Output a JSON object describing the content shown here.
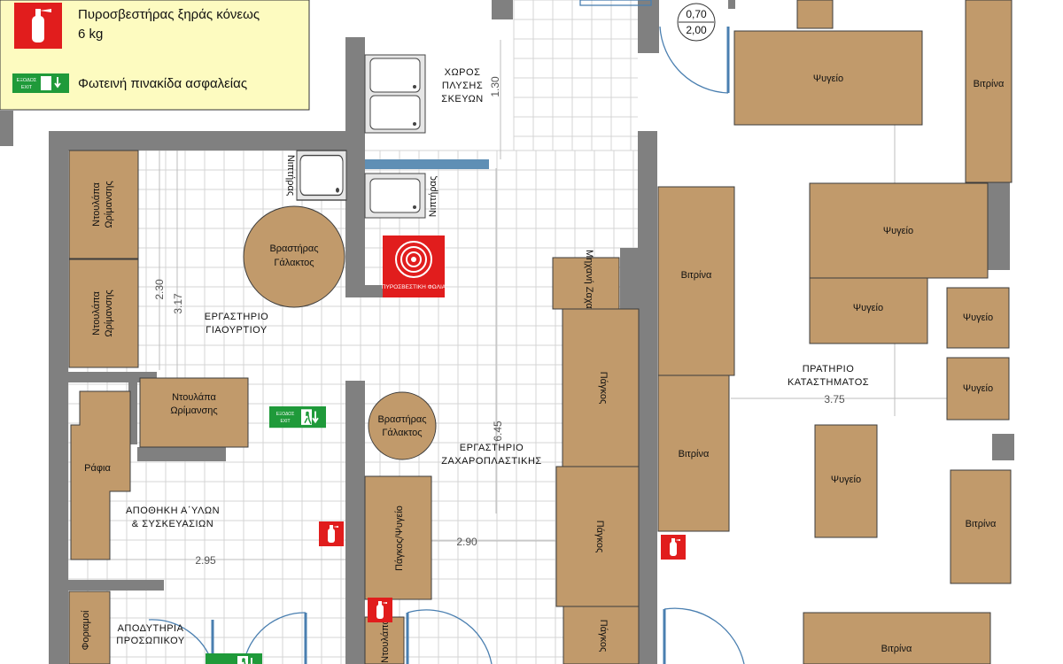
{
  "legend": {
    "extinguisher_line1": "Πυροσβεστήρας ξηράς κόνεως",
    "extinguisher_line2": "6 kg",
    "exit_sign_label": "Φωτεινή πινακίδα ασφαλείας",
    "exit_sign_text_gr": "ΕΞΟΔΟΣ",
    "exit_sign_text_en": "EXIT"
  },
  "rooms": {
    "washing_1": "ΧΩΡΟΣ",
    "washing_2": "ΠΛΥΣΗΣ",
    "washing_3": "ΣΚΕΥΩΝ",
    "yogurt_1": "ΕΡΓΑΣΤΗΡΙΟ",
    "yogurt_2": "ΓΙΑΟΥΡΤΙΟΥ",
    "storage_1": "ΑΠΟΘΗΚΗ Α΄ΥΛΩΝ",
    "storage_2": "& ΣΥΣΚΕΥΑΣΙΩΝ",
    "changing_1": "ΑΠΟΔΥΤΗΡΙΑ",
    "changing_2": "ΠΡΟΣΩΠΙΚΟΥ",
    "pastry_1": "ΕΡΓΑΣΤΗΡΙΟ",
    "pastry_2": "ΖΑΧΑΡΟΠΛΑΣΤΙΚΗΣ",
    "shop_1": "ΠΡΑΤΗΡΙΟ",
    "shop_2": "ΚΑΤΑΣΤΗΜΑΤΟΣ"
  },
  "furniture": {
    "cabinet_maturation_1a": "Ντουλάπα",
    "cabinet_maturation_1b": "Ωρίμανσης",
    "cabinet_maturation_2a": "Ντουλάπα",
    "cabinet_maturation_2b": "Ωρίμανσης",
    "cabinet_maturation_3a": "Ντουλάπα",
    "cabinet_maturation_3b": "Ωρίμανσης",
    "boiler_1a": "Βραστήρας",
    "boiler_1b": "Γάλακτος",
    "boiler_2a": "Βραστήρας",
    "boiler_2b": "Γάλακτος",
    "shelf": "Ράφια",
    "wardrobe": "Φοριαμοί",
    "cabinet_partial": "Ντουλάπα",
    "sink_1": "Νιπτήρας",
    "sink_2": "Νιπτήρας",
    "mixer": "Μηχανή Ζαχαρ.",
    "bench_1": "Πάγκος",
    "bench_2": "Πάγκος",
    "bench_3": "Πάγκος",
    "freezer_fridge": "Πάγκος/Ψυγείο",
    "fridge_1": "Ψυγείο",
    "fridge_2": "Ψυγείο",
    "fridge_3": "Ψυγείο",
    "fridge_4": "Ψυγείο",
    "fridge_5": "Ψυγείο",
    "fridge_6": "Ψυγείο",
    "vitrina_1": "Βιτρίνα",
    "vitrina_2": "Βιτρίνα",
    "vitrina_3": "Βιτρίνα",
    "vitrina_4": "Βιτρίνα",
    "vitrina_5": "Βιτρίνα",
    "fire_hose_label": "ΠΥΡΟΣΒΕΣΤΙΚΗ ΦΩΛΙΑ"
  },
  "dimensions": {
    "d_130": "1.30",
    "d_230": "2.30",
    "d_317": "3.17",
    "d_645": "6.45",
    "d_295": "2.95",
    "d_290": "2.90",
    "d_375": "3.75",
    "door_width": "0,70",
    "door_height": "2,00"
  },
  "colors": {
    "wall": "#808080",
    "furniture": "#c19a6b",
    "extinguisher": "#e11d1d",
    "exit_sign": "#1f9a3a",
    "door_line": "#4a7fb0",
    "legend_bg": "#fdfbc0",
    "pipe": "#5f8fb5"
  },
  "icons": {
    "extinguisher": "fire-extinguisher-icon",
    "exit": "exit-sign-icon",
    "hose": "fire-hose-icon",
    "sink": "sink-icon"
  }
}
